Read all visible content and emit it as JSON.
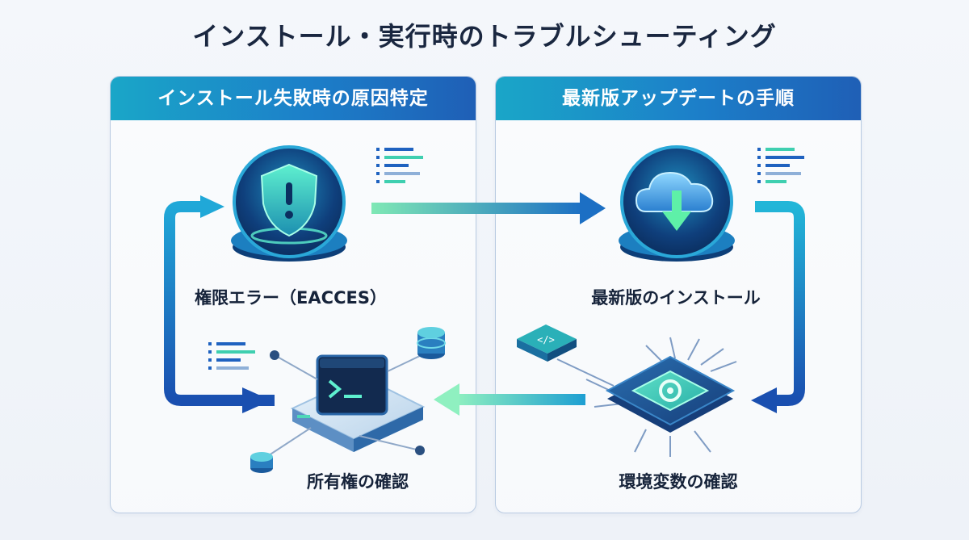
{
  "title": "インストール・実行時のトラブルシューティング",
  "panels": {
    "left": {
      "header": "インストール失敗時の原因特定"
    },
    "right": {
      "header": "最新版アップデートの手順"
    }
  },
  "nodes": {
    "permission_error": {
      "label": "権限エラー（EACCES）",
      "icon": "shield-warning-icon"
    },
    "ownership_check": {
      "label": "所有権の確認",
      "icon": "terminal-icon"
    },
    "latest_install": {
      "label": "最新版のインストール",
      "icon": "cloud-download-icon"
    },
    "env_check": {
      "label": "環境変数の確認",
      "icon": "cpu-gear-icon"
    }
  },
  "colors": {
    "header_start": "#1aa6c8",
    "header_end": "#1f5fb6",
    "arrow_blue": "#1f62c0",
    "arrow_green": "#6fe0b0",
    "icon_teal": "#2fd3b8"
  }
}
